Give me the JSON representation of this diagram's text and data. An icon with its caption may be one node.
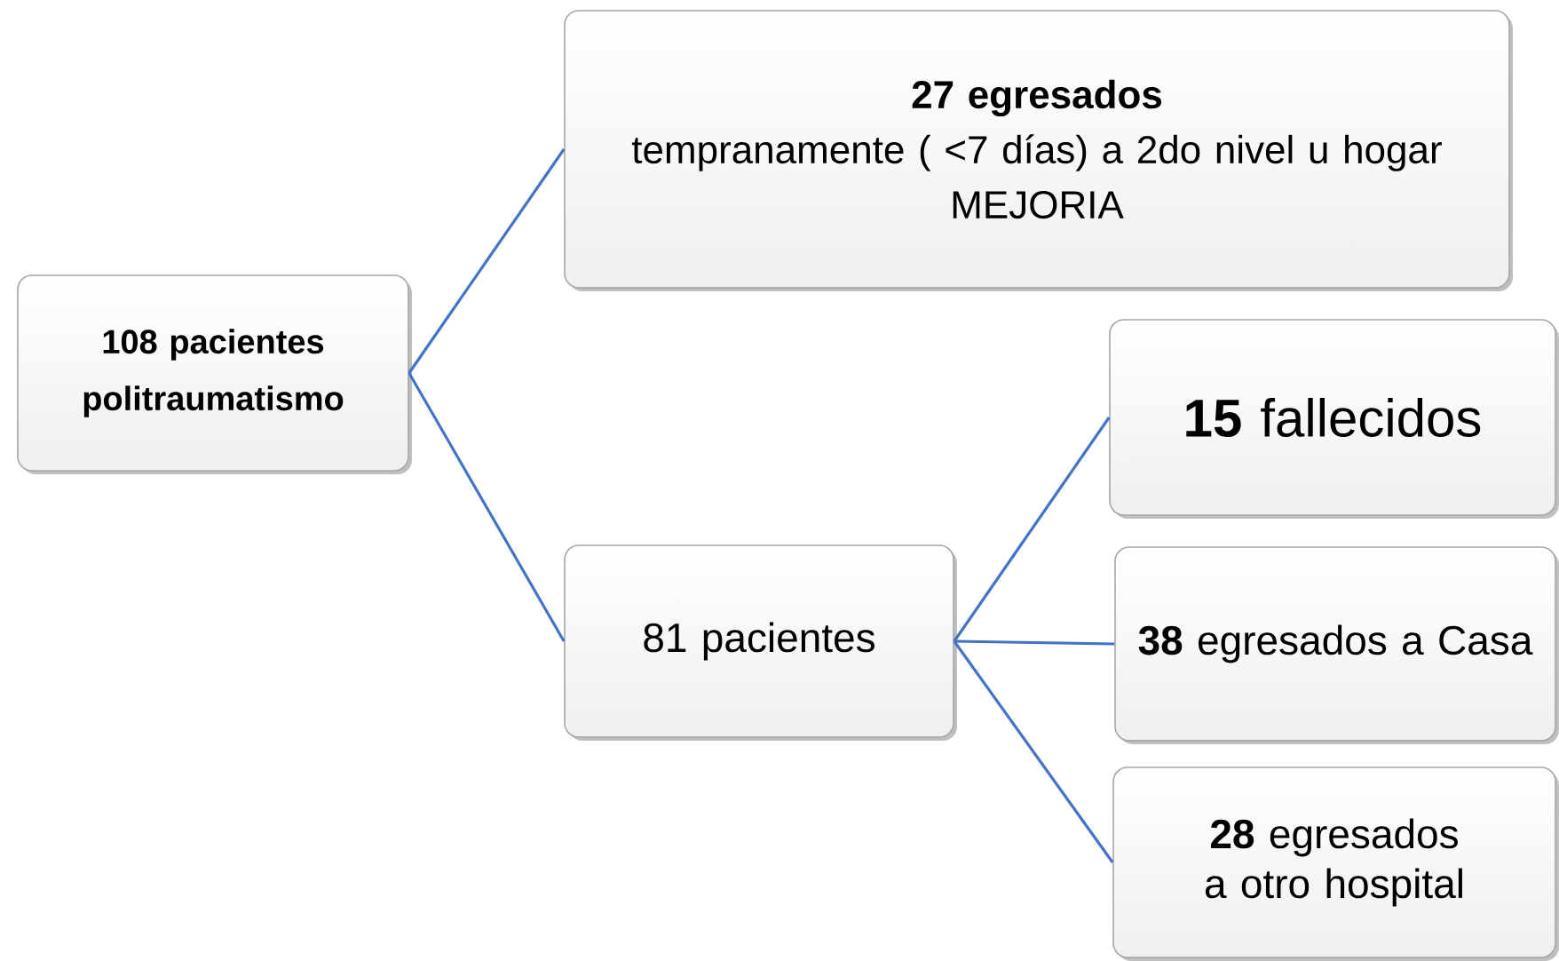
{
  "diagram": {
    "nodes": [
      {
        "text": [
          "108 pacientes politraumatismo"
        ]
      },
      {
        "text": [
          "27 egresados",
          "tempranamente ( <7 días) a 2do nivel u hogar",
          "MEJORIA"
        ]
      },
      {
        "text": [
          "81 pacientes"
        ]
      },
      {
        "text": [
          "**15** fallecidos"
        ]
      },
      {
        "text": [
          "**38** egresados a Casa"
        ]
      },
      {
        "text": [
          "**28** egresados a otro hospital"
        ]
      }
    ],
    "edges": [
      {
        "from": 0,
        "to": 1,
        "arrow": "none"
      },
      {
        "from": 0,
        "to": 2,
        "arrow": "none"
      },
      {
        "from": 2,
        "to": 3,
        "arrow": "none"
      },
      {
        "from": 2,
        "to": 4,
        "arrow": "none"
      },
      {
        "from": 2,
        "to": 5,
        "arrow": "none"
      }
    ]
  }
}
